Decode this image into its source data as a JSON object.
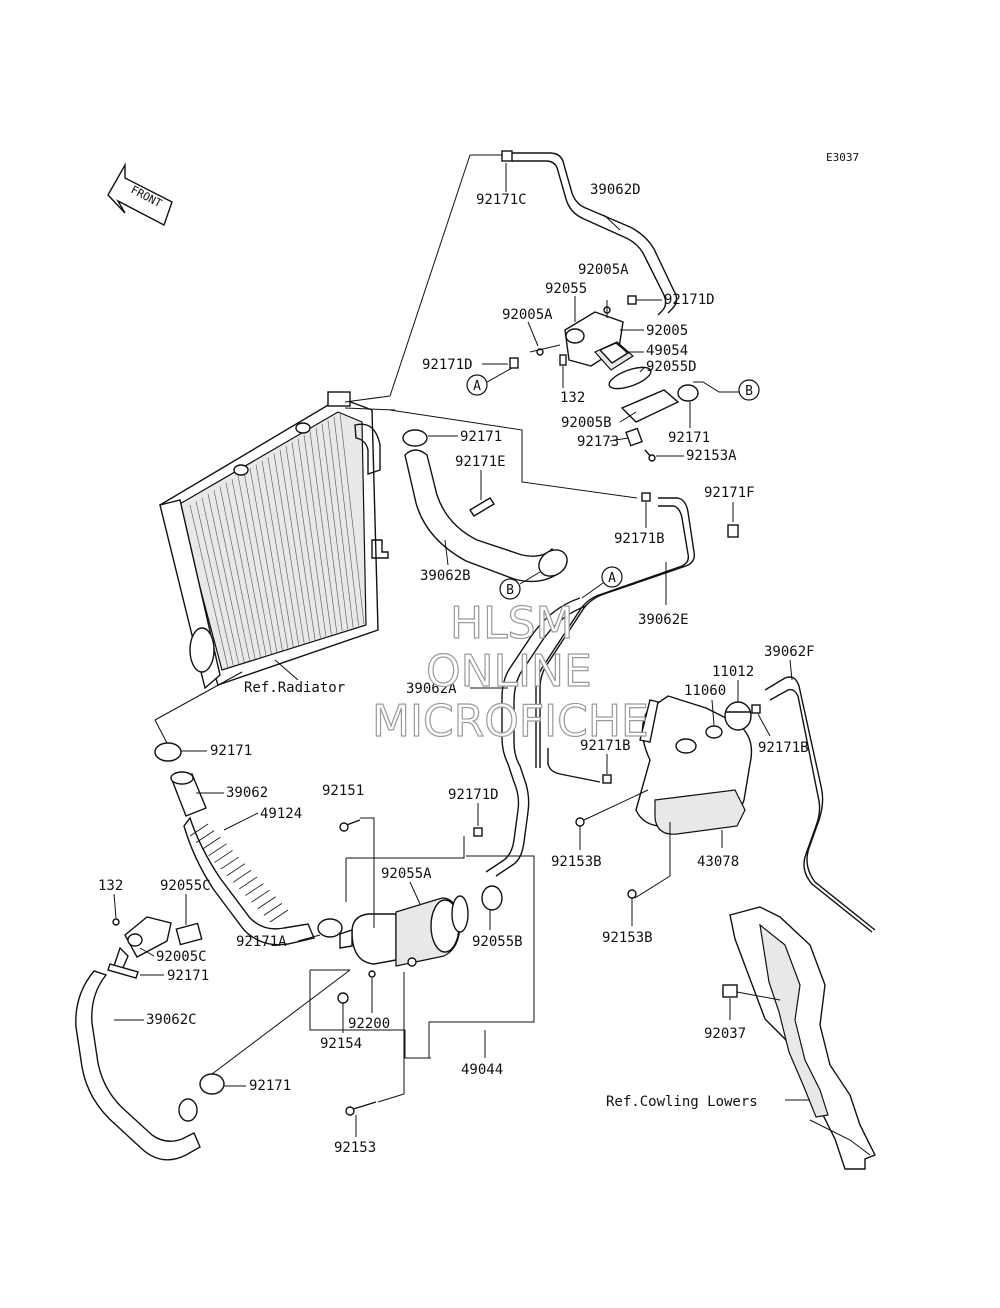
{
  "diagram_code": "E3037",
  "front_arrow_text": "FRONT",
  "watermark": {
    "line1": "HLSM",
    "line2": "ONLINE",
    "line3": "MICROFICHE"
  },
  "callouts": {
    "a": "A",
    "b": "B"
  },
  "refs": {
    "radiator": "Ref.Radiator",
    "cowling": "Ref.Cowling Lowers"
  },
  "labels": {
    "p92171C": "92171C",
    "p39062D": "39062D",
    "p92005A_top": "92005A",
    "p92055": "92055",
    "p92171D_top": "92171D",
    "p92005A_left": "92005A",
    "p92005": "92005",
    "p92171D_left": "92171D",
    "p49054": "49054",
    "p92055D": "92055D",
    "p132_top": "132",
    "p92005B": "92005B",
    "p92171_thermo": "92171",
    "p92171_rad": "92171",
    "p92173": "92173",
    "p92153A": "92153A",
    "p92171E": "92171E",
    "p92171F": "92171F",
    "p92171B_mid": "92171B",
    "p39062B": "39062B",
    "p39062E": "39062E",
    "p39062F": "39062F",
    "p11012": "11012",
    "p11060": "11060",
    "p39062A": "39062A",
    "p92171B_tank": "92171B",
    "p92171B_right": "92171B",
    "p92171_lower": "92171",
    "p39062": "39062",
    "p92151": "92151",
    "p92171D_pump": "92171D",
    "p49124": "49124",
    "p92153B_a": "92153B",
    "p43078": "43078",
    "p132_low": "132",
    "p92055C": "92055C",
    "p92055A": "92055A",
    "p92171A": "92171A",
    "p92055B": "92055B",
    "p92005C": "92005C",
    "p92171_low2": "92171",
    "p92153B_b": "92153B",
    "p39062C": "39062C",
    "p92200": "92200",
    "p92154": "92154",
    "p92037": "92037",
    "p49044": "49044",
    "p92171_bottom": "92171",
    "p92153": "92153"
  }
}
